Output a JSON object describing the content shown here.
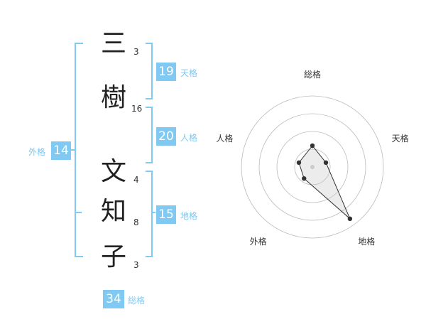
{
  "name": {
    "characters": [
      {
        "char": "三",
        "strokes": "3"
      },
      {
        "char": "樹",
        "strokes": "16"
      },
      {
        "char": "文",
        "strokes": "4"
      },
      {
        "char": "知",
        "strokes": "8"
      },
      {
        "char": "子",
        "strokes": "3"
      }
    ]
  },
  "fortune": {
    "tenkaku": {
      "value": "19",
      "label": "天格"
    },
    "jinkaku": {
      "value": "20",
      "label": "人格"
    },
    "chikaku": {
      "value": "15",
      "label": "地格"
    },
    "gaikaku": {
      "value": "14",
      "label": "外格"
    },
    "soukaku": {
      "value": "34",
      "label": "総格"
    }
  },
  "colors": {
    "accent": "#7fc9f3",
    "text": "#222222",
    "grid": "#bbbbbb"
  },
  "chart_data": {
    "type": "radar",
    "axes": [
      "総格",
      "天格",
      "地格",
      "外格",
      "人格"
    ],
    "values": [
      34,
      19,
      15,
      14,
      20
    ],
    "scores": [
      0.3,
      0.2,
      0.9,
      0.2,
      0.2
    ],
    "rings": 4
  }
}
